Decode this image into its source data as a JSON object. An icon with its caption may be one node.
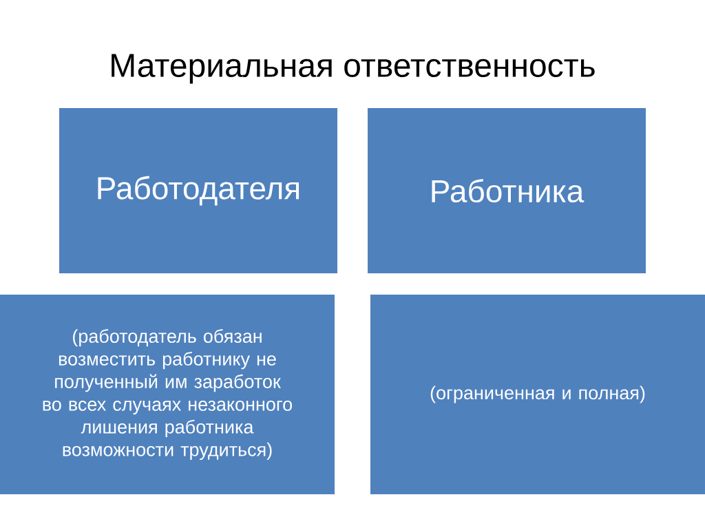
{
  "diagram": {
    "title": "Материальная ответственность",
    "nodes": [
      {
        "text": [
          "Работодателя"
        ]
      },
      {
        "text": [
          "Работника"
        ]
      },
      {
        "text": [
          "(работодатель обязан возместить работнику не полученный им заработок во всех случаях незаконного лишения работника возможности трудиться)"
        ]
      },
      {
        "text": [
          "(ограниченная и полная)"
        ]
      }
    ]
  }
}
